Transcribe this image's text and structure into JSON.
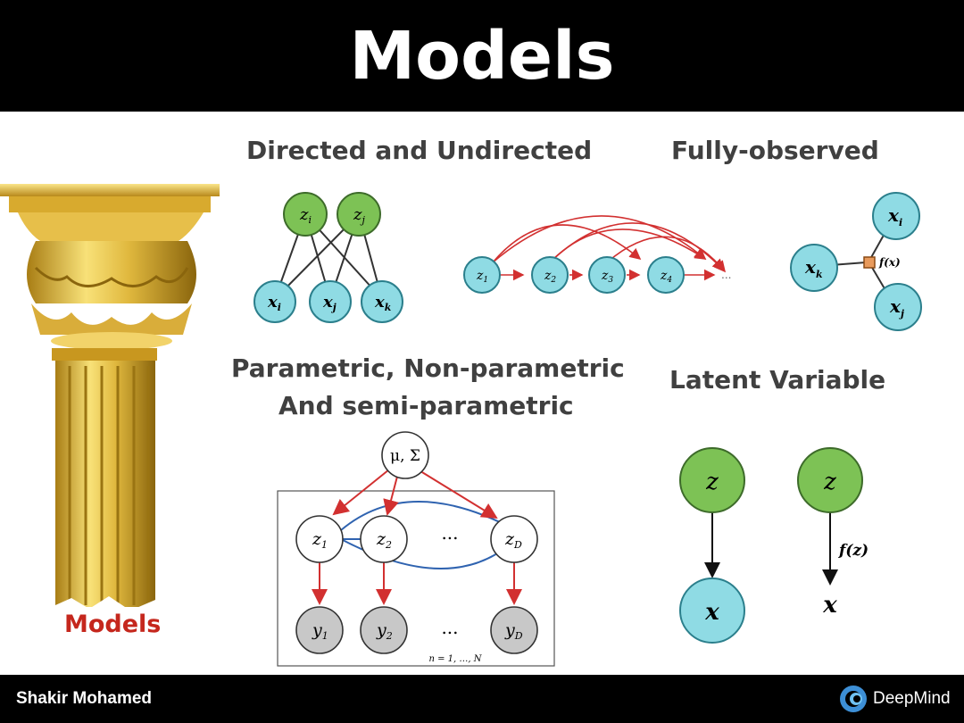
{
  "slide": {
    "title": "Models",
    "pillar_caption": "Models",
    "footer": {
      "author": "Shakir Mohamed",
      "brand": "DeepMind"
    }
  },
  "sections": {
    "directed_undirected": "Directed and Undirected",
    "fully_observed": "Fully-observed",
    "parametric_line1": "Parametric, Non-parametric",
    "parametric_line2": "And semi-parametric",
    "latent_variable": "Latent Variable"
  },
  "diagrams": {
    "bipartite": {
      "latent": [
        "z",
        "z"
      ],
      "latent_sub": [
        "i",
        "j"
      ],
      "observed": [
        "x",
        "x",
        "x"
      ],
      "observed_sub": [
        "i",
        "j",
        "k"
      ]
    },
    "chain": {
      "nodes": [
        "z",
        "z",
        "z",
        "z"
      ],
      "subs": [
        "1",
        "2",
        "3",
        "4"
      ],
      "ellipsis": "..."
    },
    "factor": {
      "nodes": [
        "x",
        "x",
        "x"
      ],
      "subs": [
        "i",
        "k",
        "j"
      ],
      "factor_label": "f(x)"
    },
    "gp": {
      "top": "μ, Σ",
      "z": [
        "z",
        "z",
        "z"
      ],
      "z_sub": [
        "1",
        "2",
        "D"
      ],
      "y": [
        "y",
        "y",
        "y"
      ],
      "y_sub": [
        "1",
        "2",
        "D"
      ],
      "ellipsis": "...",
      "plate_label": "n = 1, …, N"
    },
    "latent": {
      "z_label": "z",
      "x_label": "x",
      "z2_label": "z",
      "f_label": "f(z)",
      "x2_label": "x"
    }
  },
  "colors": {
    "green_node": "#7dc255",
    "teal_node": "#8fdbe4",
    "gray_node": "#c8c8c8",
    "red_edge": "#d23030",
    "blue_edge": "#2f63b0",
    "factor": "#e89a5c",
    "accent_red": "#c5271d"
  }
}
